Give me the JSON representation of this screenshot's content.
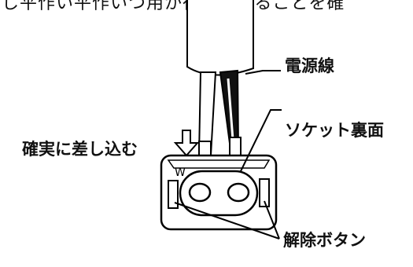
{
  "diagram": {
    "top_text": "し平作い平作いつ用か行いていることを確",
    "labels": {
      "power_cord": "電源線",
      "socket_back": "ソケット裏面",
      "push_firmly": "確実に差し込む",
      "release_button": "解除ボタン",
      "socket_mark": "W"
    }
  }
}
